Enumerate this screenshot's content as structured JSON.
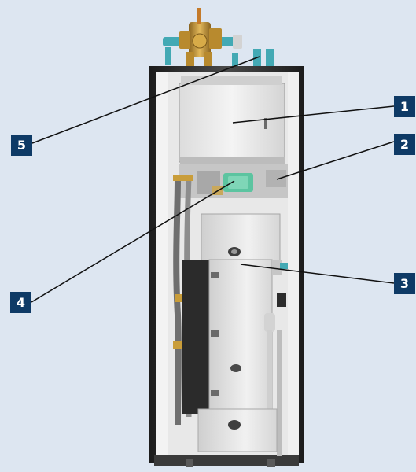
{
  "callouts": [
    {
      "number": "1"
    },
    {
      "number": "2"
    },
    {
      "number": "3"
    },
    {
      "number": "4"
    },
    {
      "number": "5"
    }
  ],
  "colors": {
    "background": "#dde6f1",
    "label_fill": "#0e3a66",
    "label_text": "#ffffff",
    "cabinet_frame": "#2f2f2f",
    "panel_light": "#ececec",
    "component_green": "#5cc4a0",
    "valve_brass": "#c99d3a",
    "pipe_teal": "#43a9b4",
    "leader_line": "#111111"
  }
}
